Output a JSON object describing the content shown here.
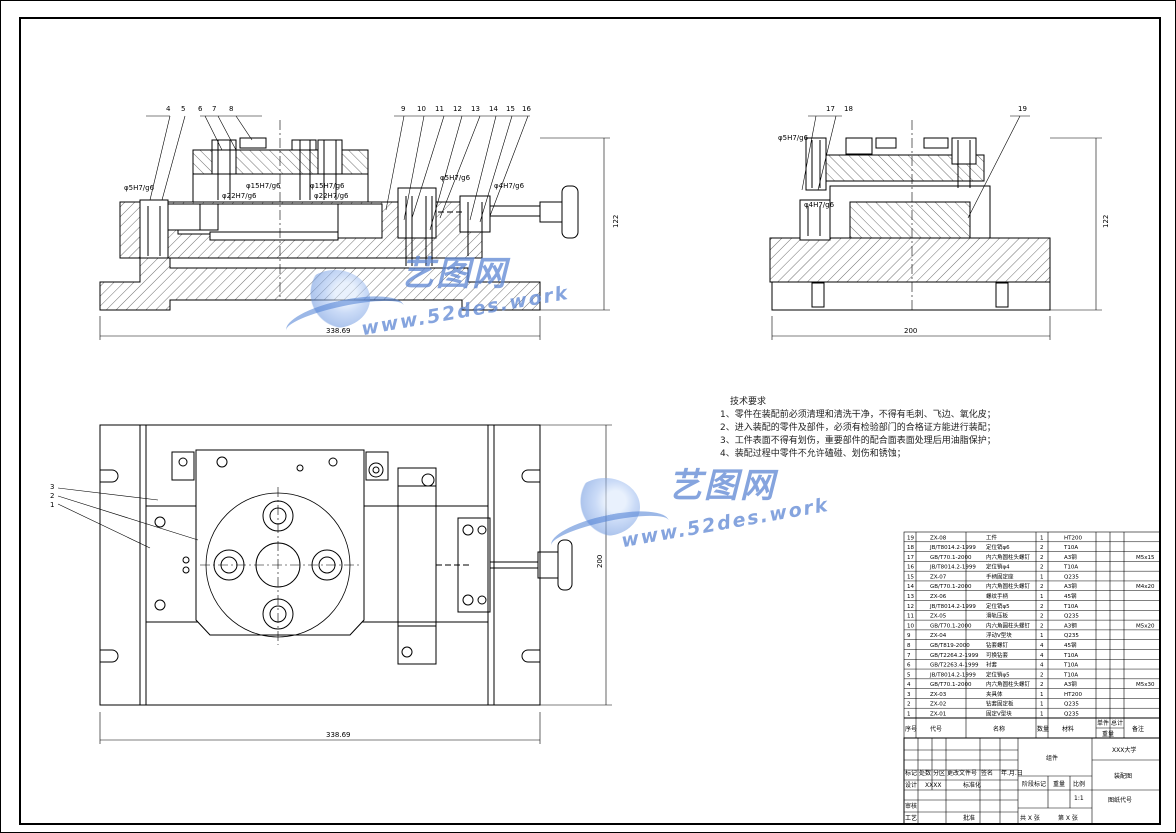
{
  "drawing": {
    "front_view": {
      "part_numbers": [
        "4",
        "5",
        "6",
        "7",
        "8",
        "9",
        "10",
        "11",
        "12",
        "13",
        "14",
        "15",
        "16"
      ],
      "fits": [
        "φ5H7/g6",
        "φ15H7/g6",
        "φ22H7/g6",
        "φ15H7/g6",
        "φ22H7/g6",
        "φ5H7/g6",
        "φ4H7/g6"
      ],
      "height_dim": "122",
      "width_dim": "338.69"
    },
    "side_view": {
      "part_numbers": [
        "17",
        "18",
        "19"
      ],
      "fits": [
        "φ5H7/g6",
        "φ4H7/g6"
      ],
      "height_dim": "122",
      "width_dim": "200"
    },
    "top_view": {
      "part_numbers": [
        "3",
        "2",
        "1"
      ],
      "height_dim": "200",
      "width_dim": "338.69"
    }
  },
  "tech_requirements": {
    "title": "技术要求",
    "items": [
      "1、零件在装配前必须清理和清洗干净，不得有毛刺、飞边、氧化皮；",
      "2、进入装配的零件及部件，必须有检验部门的合格证方能进行装配；",
      "3、工件表面不得有划伤，重要部件的配合面表面处理后用油脂保护；",
      "4、装配过程中零件不允许磕碰、划伤和锈蚀；"
    ]
  },
  "watermark": {
    "cn": "艺图网",
    "url": "www.52des.work"
  },
  "bom": {
    "rows": [
      {
        "no": "19",
        "code": "ZX-08",
        "name": "工件",
        "qty": "1",
        "mat": "HT200",
        "note": ""
      },
      {
        "no": "18",
        "code": "JB/T8014.2-1999",
        "name": "定位销φ6",
        "qty": "2",
        "mat": "T10A",
        "note": ""
      },
      {
        "no": "17",
        "code": "GB/T70.1-2000",
        "name": "内六角圆柱头螺钉",
        "qty": "2",
        "mat": "A3钢",
        "note": "M5x15"
      },
      {
        "no": "16",
        "code": "JB/T8014.2-1999",
        "name": "定位销φ4",
        "qty": "2",
        "mat": "T10A",
        "note": ""
      },
      {
        "no": "15",
        "code": "ZX-07",
        "name": "手柄固定座",
        "qty": "1",
        "mat": "Q235",
        "note": ""
      },
      {
        "no": "14",
        "code": "GB/T70.1-2000",
        "name": "内六角圆柱头螺钉",
        "qty": "2",
        "mat": "A3钢",
        "note": "M4x20"
      },
      {
        "no": "13",
        "code": "ZX-06",
        "name": "螺纹手柄",
        "qty": "1",
        "mat": "45钢",
        "note": ""
      },
      {
        "no": "12",
        "code": "JB/T8014.2-1999",
        "name": "定位销φ5",
        "qty": "2",
        "mat": "T10A",
        "note": ""
      },
      {
        "no": "11",
        "code": "ZX-05",
        "name": "滑轨压板",
        "qty": "2",
        "mat": "Q235",
        "note": ""
      },
      {
        "no": "10",
        "code": "GB/T70.1-2000",
        "name": "内六角圆柱头螺钉",
        "qty": "2",
        "mat": "A3钢",
        "note": "M5x20"
      },
      {
        "no": "9",
        "code": "ZX-04",
        "name": "浮动V型块",
        "qty": "1",
        "mat": "Q235",
        "note": ""
      },
      {
        "no": "8",
        "code": "GB/T819-2000",
        "name": "钻套螺钉",
        "qty": "4",
        "mat": "45钢",
        "note": ""
      },
      {
        "no": "7",
        "code": "GB/T2264.2-1999",
        "name": "可换钻套",
        "qty": "4",
        "mat": "T10A",
        "note": ""
      },
      {
        "no": "6",
        "code": "GB/T2263.4-1999",
        "name": "衬套",
        "qty": "4",
        "mat": "T10A",
        "note": ""
      },
      {
        "no": "5",
        "code": "JB/T8014.2-1999",
        "name": "定位销φ5",
        "qty": "2",
        "mat": "T10A",
        "note": ""
      },
      {
        "no": "4",
        "code": "GB/T70.1-2000",
        "name": "内六角圆柱头螺钉",
        "qty": "2",
        "mat": "A3钢",
        "note": "M5x30"
      },
      {
        "no": "3",
        "code": "ZX-03",
        "name": "夹具体",
        "qty": "1",
        "mat": "HT200",
        "note": ""
      },
      {
        "no": "2",
        "code": "ZX-02",
        "name": "钻套固定板",
        "qty": "1",
        "mat": "Q235",
        "note": ""
      },
      {
        "no": "1",
        "code": "ZX-01",
        "name": "固定V型块",
        "qty": "1",
        "mat": "Q235",
        "note": ""
      }
    ],
    "header": {
      "no": "序号",
      "code": "代号",
      "name": "名称",
      "qty": "数量",
      "mat": "材料",
      "single": "单件",
      "total": "总计",
      "weight": "重量",
      "note": "备注"
    }
  },
  "title_block": {
    "assembly": "组件",
    "school": "XXX大学",
    "drawing_name": "装配图",
    "drawing_code": "图纸代号",
    "scale_label": "比例",
    "scale": "1:1",
    "weight_label": "重量",
    "stage_label": "阶段标记",
    "design_label": "设计",
    "designer": "XXXX",
    "std_label": "标准化",
    "review_label": "审核",
    "craft_label": "工艺",
    "approve_label": "批准",
    "sheets": "共 X 张",
    "sheet_no": "第 X 张",
    "mark_label": "标记",
    "count_label": "处数",
    "zone_label": "分区",
    "change_label": "更改文件号",
    "sign_label": "签名",
    "date_label": "年.月.日"
  }
}
